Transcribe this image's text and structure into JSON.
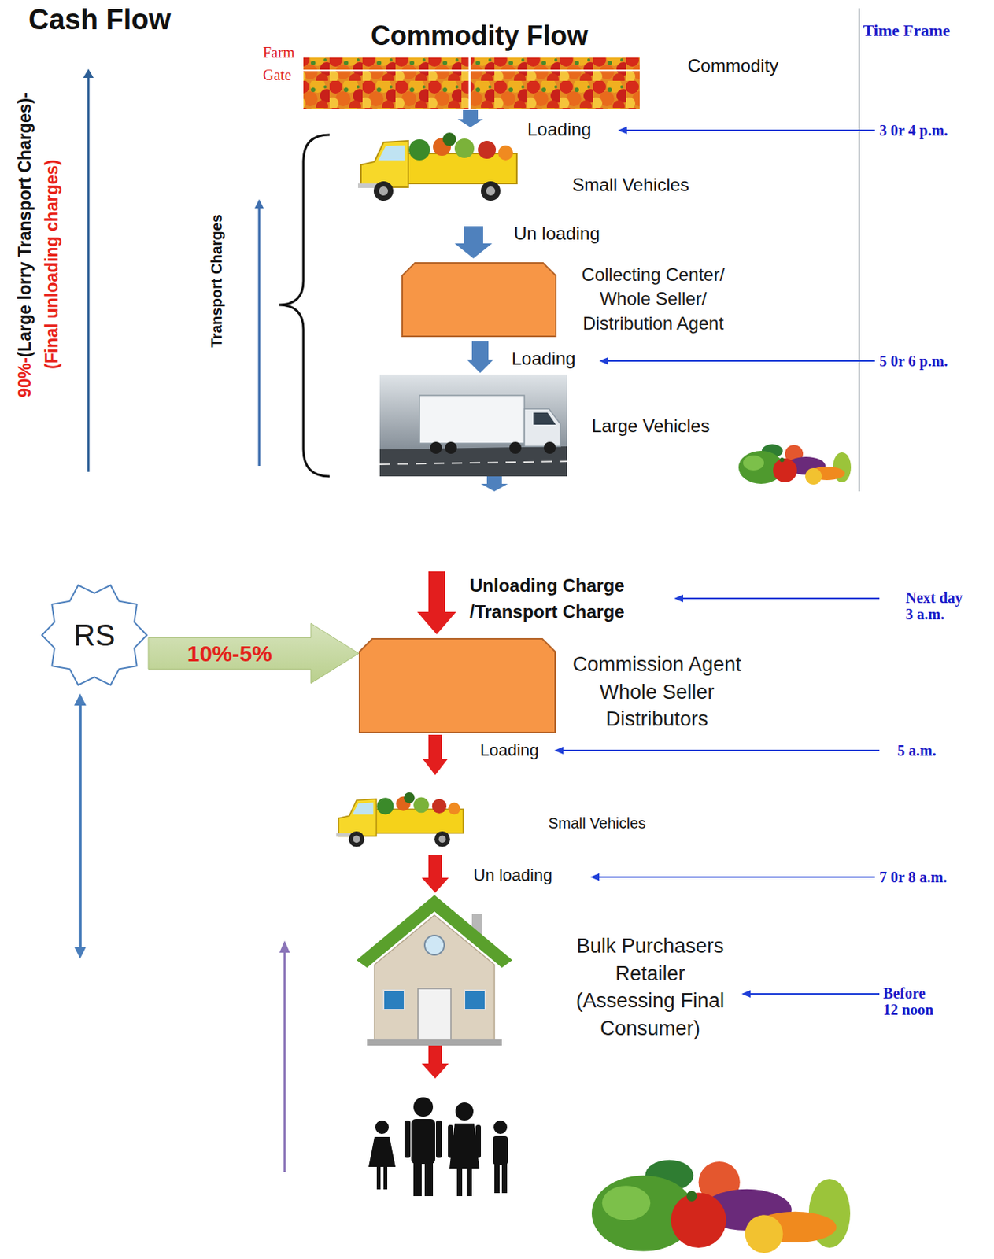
{
  "diagram": {
    "title": "Commodity Flow",
    "nodes": [
      {
        "text": [
          "Collecting Center/ Whole Seller/ Distribution Agent"
        ]
      },
      {
        "text": [
          "RS"
        ]
      },
      {
        "text": [
          "Commission Agent Whole Seller Distributors"
        ]
      },
      {
        "text": [
          "Bulk Purchasers Retailer (Assessing Final Consumer)"
        ]
      }
    ],
    "edges": [
      {
        "from": 1,
        "to": 2,
        "arrow": "to",
        "label": "10%-5%"
      }
    ],
    "labels": [
      "Cash Flow",
      "Time Frame",
      "Farm Gate",
      "Commodity",
      "Loading",
      "3 0r 4 p.m.",
      "Small Vehicles",
      "Un loading",
      "Loading",
      "5 0r 6 p.m.",
      "Large Vehicles",
      "Transport Charges",
      "90%-",
      "(Large lorry Transport Charges)-",
      "(Final unloading charges)",
      "Unloading Charge /Transport Charge",
      "Next day 3 a.m.",
      "Loading",
      "5 a.m.",
      "Small Vehicles",
      "Un loading",
      "7 0r 8 a.m.",
      "Before 12 noon"
    ]
  }
}
